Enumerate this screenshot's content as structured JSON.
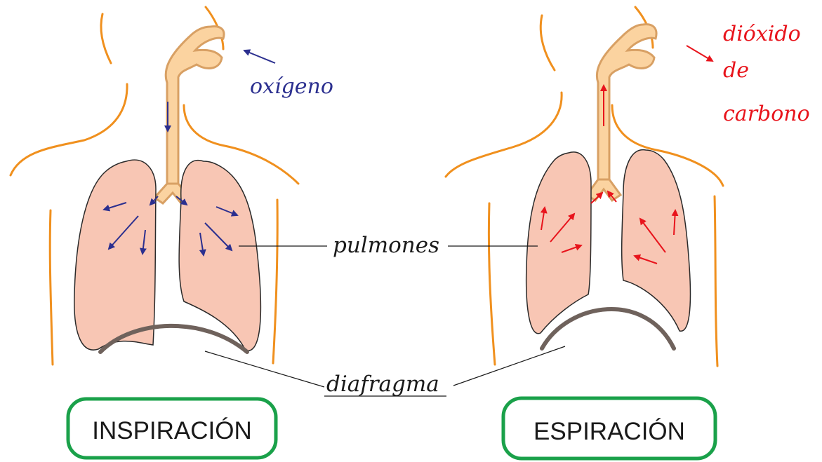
{
  "colors": {
    "body_outline": "#f0901e",
    "trachea_fill": "#fbd3a0",
    "trachea_stroke": "#d8a064",
    "lung_fill": "#f8c6b4",
    "lung_stroke": "#2a2a2a",
    "diaphragm": "#6f625c",
    "oxygen_arrow": "#2b2f8f",
    "co2_arrow": "#e8141c",
    "box_border": "#1aa14a",
    "label_text": "#1a1a1a"
  },
  "labels": {
    "oxygen": "oxígeno",
    "co2_line1": "dióxido",
    "co2_line2": "de",
    "co2_line3": "carbono",
    "lungs": "pulmones",
    "diaphragm": "diafragma"
  },
  "panels": {
    "left_title": "INSPIRACIÓN",
    "right_title": "ESPIRACIÓN"
  },
  "icons": {
    "oxygen_flow": "blue-arrow-icon",
    "co2_flow": "red-arrow-icon"
  }
}
